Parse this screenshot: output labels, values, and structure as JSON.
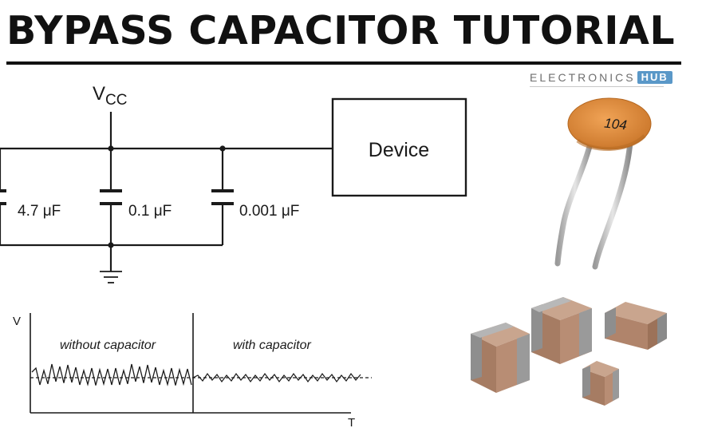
{
  "title": "BYPASS CAPACITOR TUTORIAL",
  "brand": {
    "text": "ELECTRONICS",
    "tag": "HUB"
  },
  "circuit": {
    "supply_main": "V",
    "supply_sub": "CC",
    "device_label": "Device",
    "capacitors": [
      "4.7 μF",
      "0.1 μF",
      "0.001 μF"
    ]
  },
  "graph": {
    "y_label": "V",
    "x_label": "T",
    "left_label": "without capacitor",
    "right_label": "with capacitor"
  },
  "photos": {
    "ceramic_marking": "104"
  },
  "colors": {
    "ink": "#111111",
    "ceramic_body": "#e08a3e",
    "smd_body": "#b88d74",
    "smd_cap": "#8e8e8e",
    "brand_tag": "#5a98c8"
  }
}
